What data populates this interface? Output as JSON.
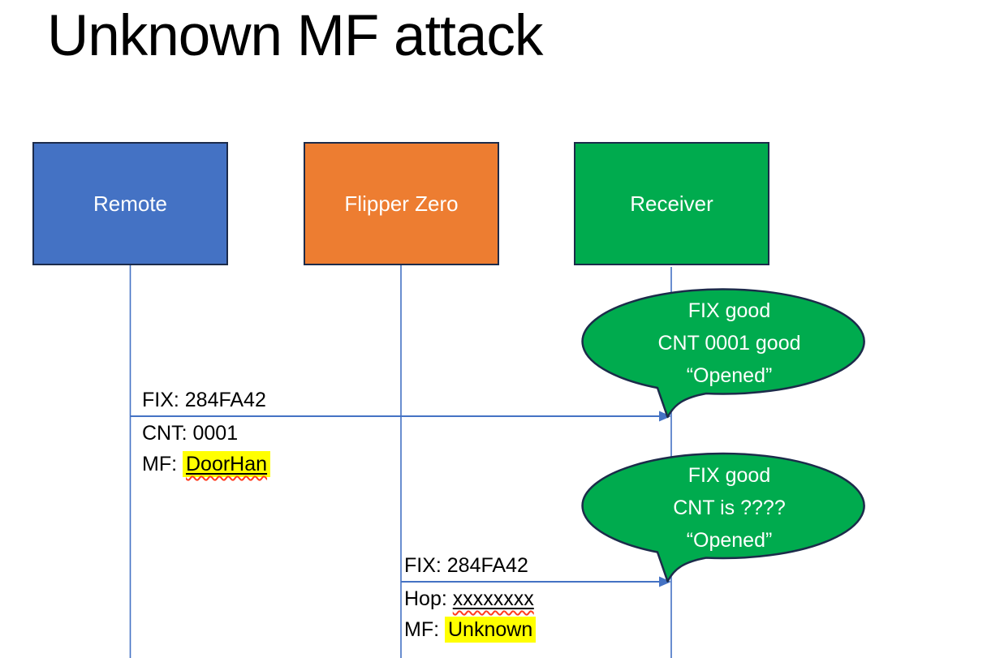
{
  "slide": {
    "title": "Unknown MF attack"
  },
  "actors": [
    {
      "label": "Remote",
      "fill": "#4472C4"
    },
    {
      "label": "Flipper Zero",
      "fill": "#ED7D31"
    },
    {
      "label": "Receiver",
      "fill": "#00AB4E"
    }
  ],
  "messages": [
    {
      "from": "Remote",
      "to": "Receiver",
      "above_line": "FIX: 284FA42",
      "line2": "CNT: 0001",
      "line3_prefix": "MF: ",
      "line3_value": "DoorHan"
    },
    {
      "from": "Flipper Zero",
      "to": "Receiver",
      "above_line": "FIX: 284FA42",
      "line2_prefix": "Hop: ",
      "line2_value": "xxxxxxxx",
      "line3_prefix": "MF: ",
      "line3_value": "Unknown"
    }
  ],
  "callouts": [
    {
      "lines": [
        "FIX good",
        "CNT 0001 good",
        "“Opened”"
      ]
    },
    {
      "lines": [
        "FIX good",
        "CNT is ????",
        "“Opened”"
      ]
    }
  ],
  "colors": {
    "actor_remote_fill": "#4472C4",
    "actor_flipper_fill": "#ED7D31",
    "actor_receiver_fill": "#00AB4E",
    "callout_fill": "#00AB4E",
    "shape_border": "#1C2B4A",
    "connector_blue": "#4472C4",
    "highlight_yellow": "#FFFF00",
    "spellcheck_red": "#FF3B1F",
    "text_black": "#000000",
    "text_white": "#FFFFFF"
  }
}
